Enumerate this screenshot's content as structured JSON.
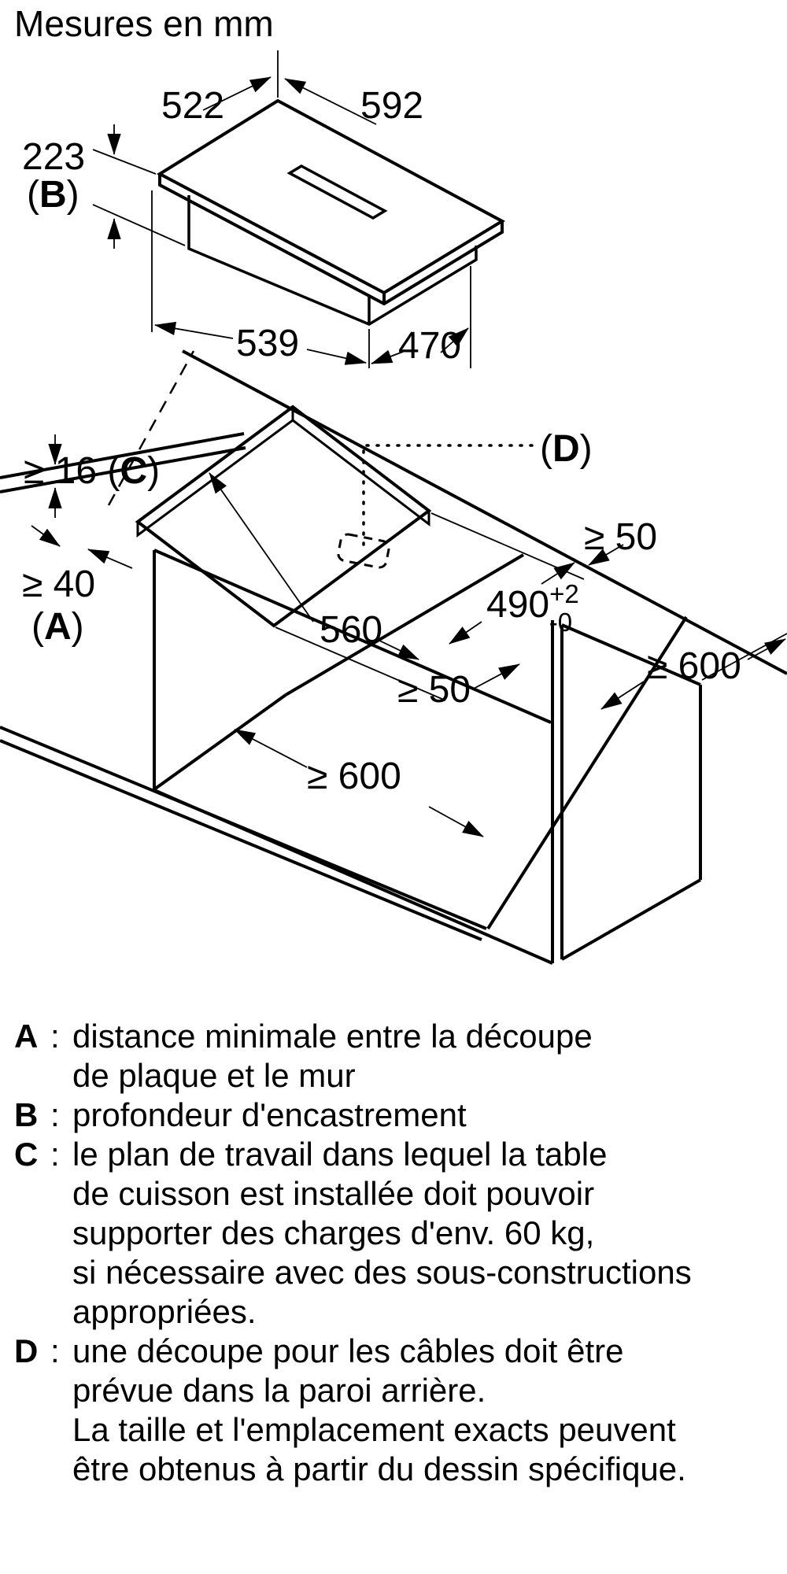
{
  "title": "Mesures en mm",
  "top_drawing": {
    "dim_depth": "522",
    "dim_width": "592",
    "dim_height": "223",
    "height_key_pre": "(",
    "height_key": "B",
    "height_key_post": ")",
    "dim_bottom_left": "539",
    "dim_bottom_right": "470"
  },
  "install_drawing": {
    "thickness_pre": "≥ 16 (",
    "thickness_key": "C",
    "thickness_post": ")",
    "wall_dist": "≥ 40",
    "wall_pre": "(",
    "wall_key": "A",
    "wall_post": ")",
    "cable_pre": "(",
    "cable_key": "D",
    "cable_post": ")",
    "cutout_width": "560",
    "cutout_depth": "490",
    "tol_plus": "+2",
    "tol_minus": "-0",
    "clearance_right": "≥ 50",
    "clearance_front": "≥ 50",
    "cabinet_depth": "≥ 600",
    "side_depth": "≥ 600"
  },
  "legend": [
    {
      "key": "A",
      "sep": ":",
      "lines": [
        "distance minimale entre la découpe",
        "de plaque et le mur"
      ]
    },
    {
      "key": "B",
      "sep": ":",
      "lines": [
        "profondeur d'encastrement"
      ]
    },
    {
      "key": "C",
      "sep": ":",
      "lines": [
        "le plan de travail dans lequel la table",
        "de cuisson est installée doit pouvoir",
        "supporter des charges d'env. 60 kg,",
        "si nécessaire avec des sous-constructions",
        "appropriées."
      ]
    },
    {
      "key": "D",
      "sep": ":",
      "lines": [
        "une découpe pour les câbles doit être",
        "prévue dans la paroi arrière.",
        "La taille et l'emplacement exacts peuvent",
        "être obtenus à partir du dessin spécifique."
      ]
    }
  ],
  "colors": {
    "ink": "#000000",
    "background": "#ffffff"
  }
}
